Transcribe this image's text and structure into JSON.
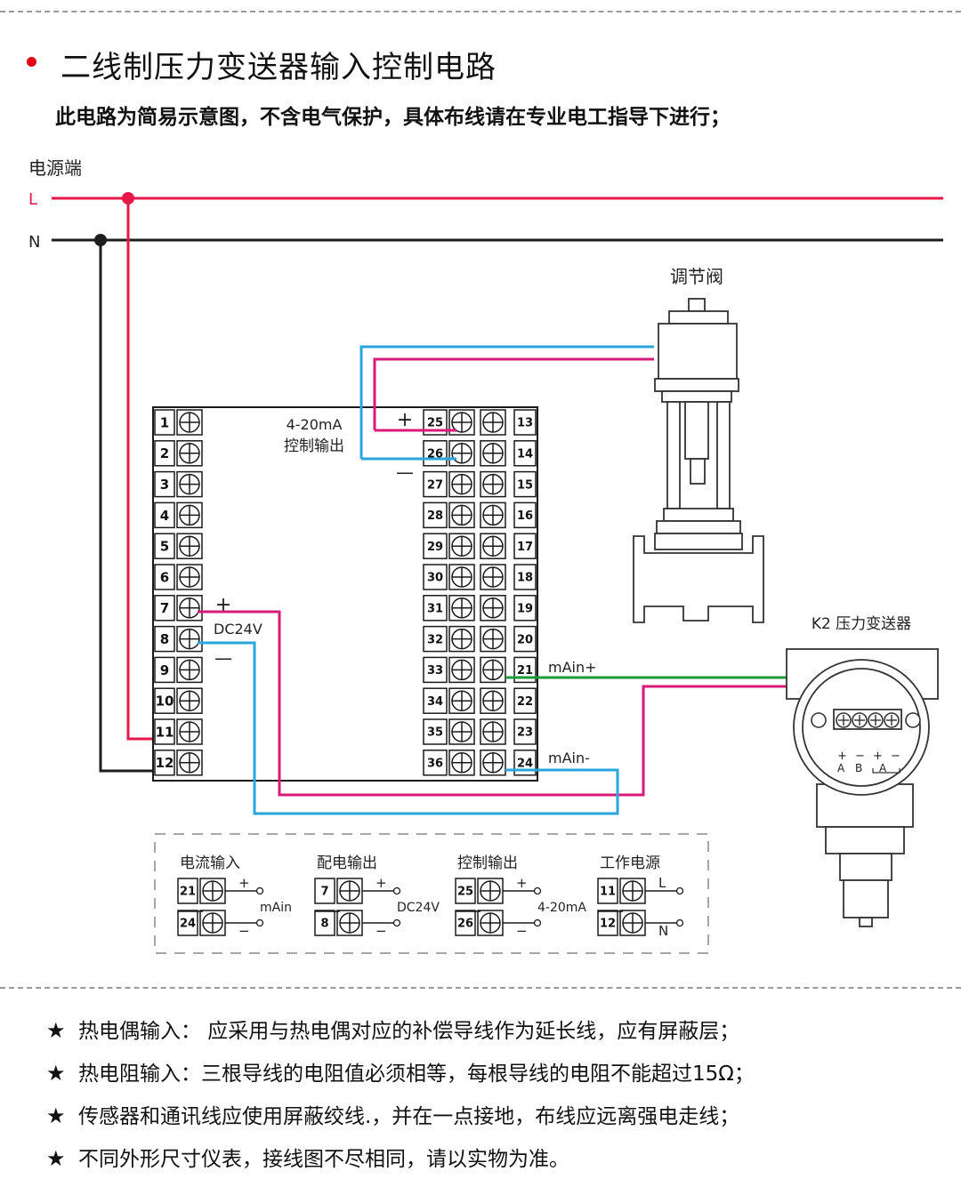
{
  "title": "二线制压力变送器输入控制电路",
  "subtitle": "此电路为简易示意图，不含电气保护，具体布线请在专业电工指导下进行；",
  "colors": {
    "live_wire": "#e8174a",
    "neutral_wire": "#1e1e1e",
    "signal_magenta": "#d91a7a",
    "signal_blue": "#2aa6de",
    "signal_green": "#1a9a3a",
    "bullet_red": "#e60012"
  },
  "diagram": {
    "power": {
      "label": "电源端",
      "live": "L",
      "neutral": "N"
    },
    "valve_label": "调节阀",
    "transmitter": {
      "label": "K2 压力变送器",
      "terminal_signs": [
        "+",
        "−",
        "+",
        "−"
      ],
      "terminal_letters": [
        "A",
        "B",
        "A"
      ]
    },
    "controller": {
      "left_terminals": [
        "1",
        "2",
        "3",
        "4",
        "5",
        "6",
        "7",
        "8",
        "9",
        "10",
        "11",
        "12"
      ],
      "mid_terminals": [
        "25",
        "26",
        "27",
        "28",
        "29",
        "30",
        "31",
        "32",
        "33",
        "34",
        "35",
        "36"
      ],
      "right_terminals": [
        "13",
        "14",
        "15",
        "16",
        "17",
        "18",
        "19",
        "20",
        "21",
        "22",
        "23",
        "24"
      ],
      "output_label_1": "4-20mA",
      "output_label_2": "控制输出",
      "plus": "+",
      "minus": "—",
      "dc_label": "DC24V",
      "ain_plus": "mAin+",
      "ain_minus": "mAin-"
    },
    "legend": [
      {
        "title": "电流输入",
        "terminals": [
          "21",
          "24"
        ],
        "signs": [
          "+",
          "−"
        ],
        "value": "mAin"
      },
      {
        "title": "配电输出",
        "terminals": [
          "7",
          "8"
        ],
        "signs": [
          "+",
          "−"
        ],
        "value": "DC24V"
      },
      {
        "title": "控制输出",
        "terminals": [
          "25",
          "26"
        ],
        "signs": [
          "+",
          "−"
        ],
        "value": "4-20mA"
      },
      {
        "title": "工作电源",
        "terminals": [
          "11",
          "12"
        ],
        "signs": [
          "L",
          "N"
        ],
        "value": ""
      }
    ]
  },
  "notes": [
    "热电偶输入： 应采用与热电偶对应的补偿导线作为延长线，应有屏蔽层；",
    "热电阻输入：三根导线的电阻值必须相等，每根导线的电阻不能超过15Ω；",
    "传感器和通讯线应使用屏蔽绞线.，并在一点接地，布线应远离强电走线；",
    "不同外形尺寸仪表，接线图不尽相同，请以实物为准。"
  ],
  "note_star": "★"
}
